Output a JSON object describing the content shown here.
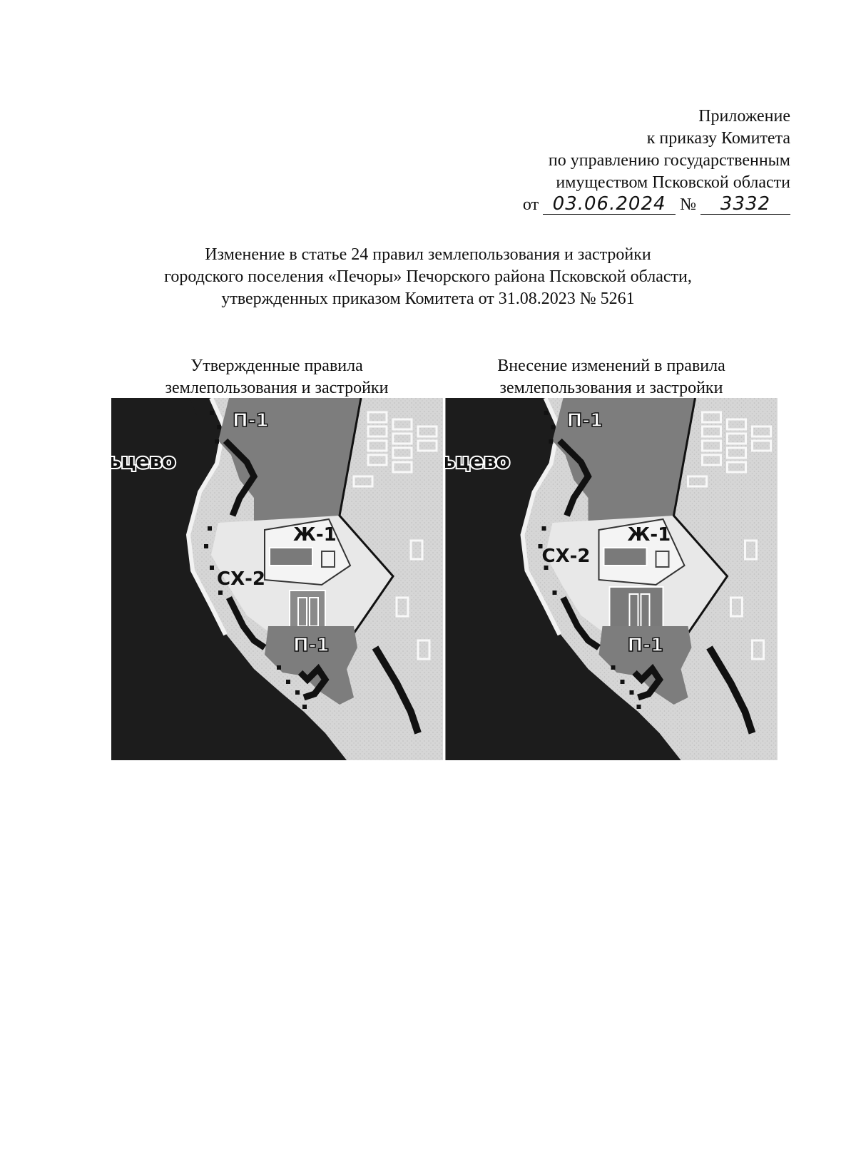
{
  "appendix": {
    "lines": [
      "Приложение",
      "к приказу Комитета",
      "по управлению государственным",
      "имуществом Псковской области"
    ],
    "order_prefix": "от",
    "order_date": "03.06.2024",
    "order_number_sign": "№",
    "order_number": "3332"
  },
  "title": {
    "lines": [
      "Изменение в статье 24 правил землепользования и застройки",
      "городского поселения «Печоры» Печорского района Псковской области,",
      "утвержденных приказом Комитета от 31.08.2023 № 5261"
    ]
  },
  "maps": [
    {
      "caption_lines": [
        "Утвержденные правила",
        "землепользования и застройки"
      ],
      "labels": {
        "p1_top": "П-1",
        "village": "ьцево",
        "zh1": "Ж-1",
        "skh2": "СХ-2",
        "p1_bottom": "П-1"
      }
    },
    {
      "caption_lines": [
        "Внесение изменений в правила",
        "землепользования и застройки"
      ],
      "labels": {
        "p1_top": "П-1",
        "village": "ьцево",
        "zh1": "Ж-1",
        "skh2": "СХ-2",
        "p1_bottom": "П-1"
      }
    }
  ],
  "colors": {
    "dark_zone": "#1c1c1c",
    "industrial_zone": "#7d7d7d",
    "residential_zone": "#f4f4f4",
    "agricultural_zone": "#e8e8e8",
    "background": "#d9d9d9"
  }
}
